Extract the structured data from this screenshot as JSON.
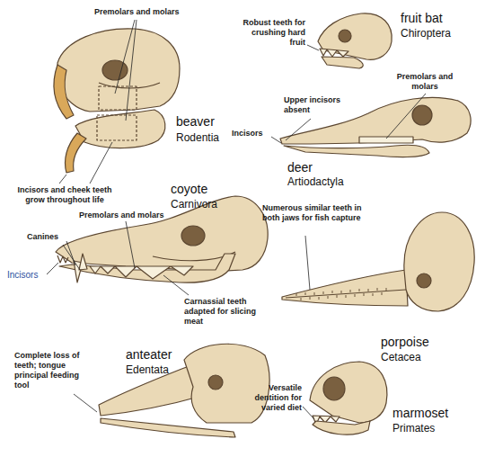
{
  "diagram": {
    "labels": [
      "Premolars and molars",
      "Incisors and cheek teeth grow throughout life",
      "beaver",
      "Rodentia",
      "Robust teeth for crushing hard fruit",
      "fruit bat",
      "Chiroptera",
      "Premolars and molars",
      "Upper incisors absent",
      "Incisors",
      "deer",
      "Artiodactyla",
      "coyote",
      "Carnivora",
      "Premolars and molars",
      "Canines",
      "Incisors",
      "Carnassial teeth adapted for slicing meat",
      "Numerous similar teeth in both jaws for fish capture",
      "porpoise",
      "Cetacea",
      "Complete loss of teeth; tongue principal feeding tool",
      "anteater",
      "Edentata",
      "Versatile dentition for varied diet",
      "marmoset",
      "Primates"
    ]
  }
}
